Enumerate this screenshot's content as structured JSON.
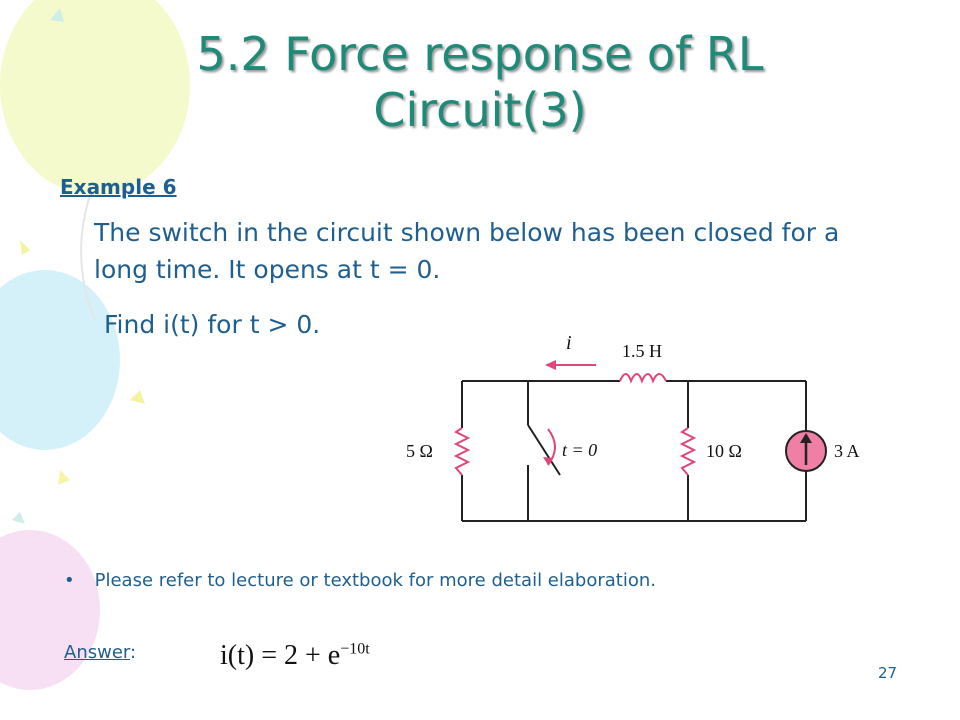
{
  "slide": {
    "title_line1": "5.2 Force response of RL",
    "title_line2": "Circuit(3)",
    "example_label": "Example 6",
    "problem_text": "The switch in the circuit shown below has been closed for a long time. It opens at t = 0.",
    "find_text": "Find i(t) for t > 0.",
    "bullet_text": "Please refer to lecture or textbook for more detail elaboration.",
    "answer_label": "Answer",
    "answer_colon": ":",
    "answer_formula": {
      "lhs": "i(t) = 2 + e",
      "exponent": "−10t"
    },
    "page_number": "27"
  },
  "circuit": {
    "current_label": "i",
    "inductor_label": "1.5 H",
    "r1_label": "5 Ω",
    "switch_label": "t = 0",
    "r2_label": "10 Ω",
    "source_label": "3 A"
  },
  "colors": {
    "title": "#1f8a78",
    "body_text": "#1f5f8f",
    "circuit_accent": "#e0457b",
    "source_fill": "#f07fa5"
  }
}
